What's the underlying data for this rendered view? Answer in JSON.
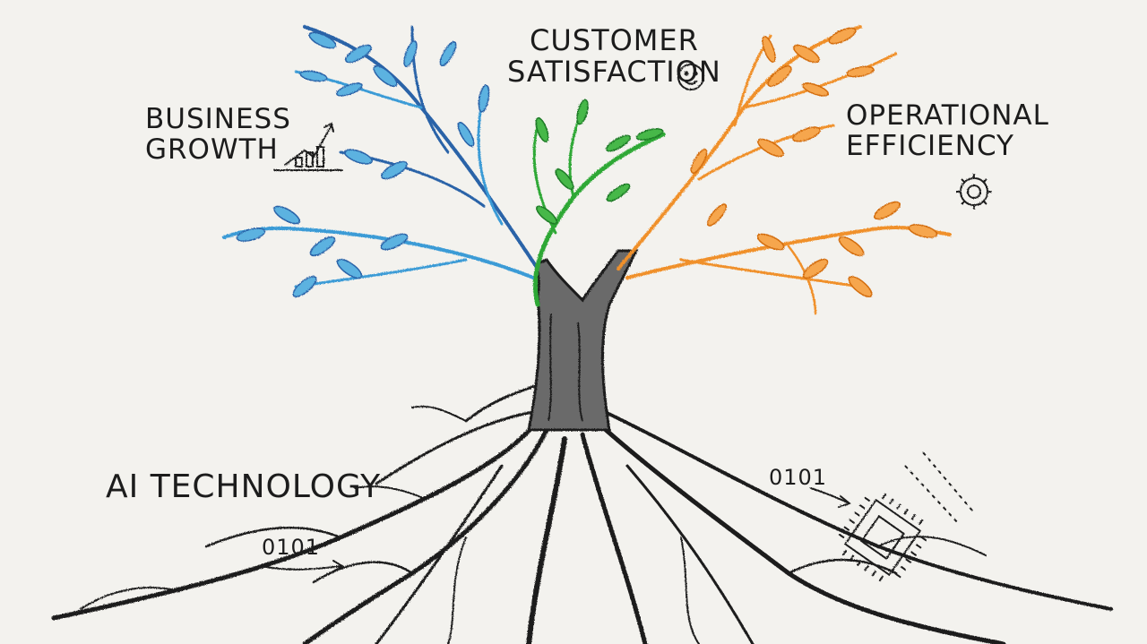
{
  "labels": {
    "customer_satisfaction": {
      "line1": "CUSTOMER",
      "line2": "SATISFACTION"
    },
    "business_growth": {
      "line1": "BUSINESS",
      "line2": "GROWTH"
    },
    "operational_efficiency": {
      "line1": "OPERATIONAL",
      "line2": "EFFICIENCY"
    },
    "ai_technology": "AI TECHNOLOGY",
    "binary_left": "0101",
    "binary_right": "0101"
  },
  "colors": {
    "background": "#f3f2ee",
    "ink": "#1c1c1c",
    "business_branch": "#3a9bd6",
    "business_branch_dark": "#2a63a8",
    "customer_branch": "#2fa836",
    "operational_branch": "#f0902a"
  },
  "icons": {
    "business": "bar-chart-arrow-icon",
    "customer": "smiley-icon",
    "operational": "gear-icon",
    "roots": "microchip-icon"
  }
}
